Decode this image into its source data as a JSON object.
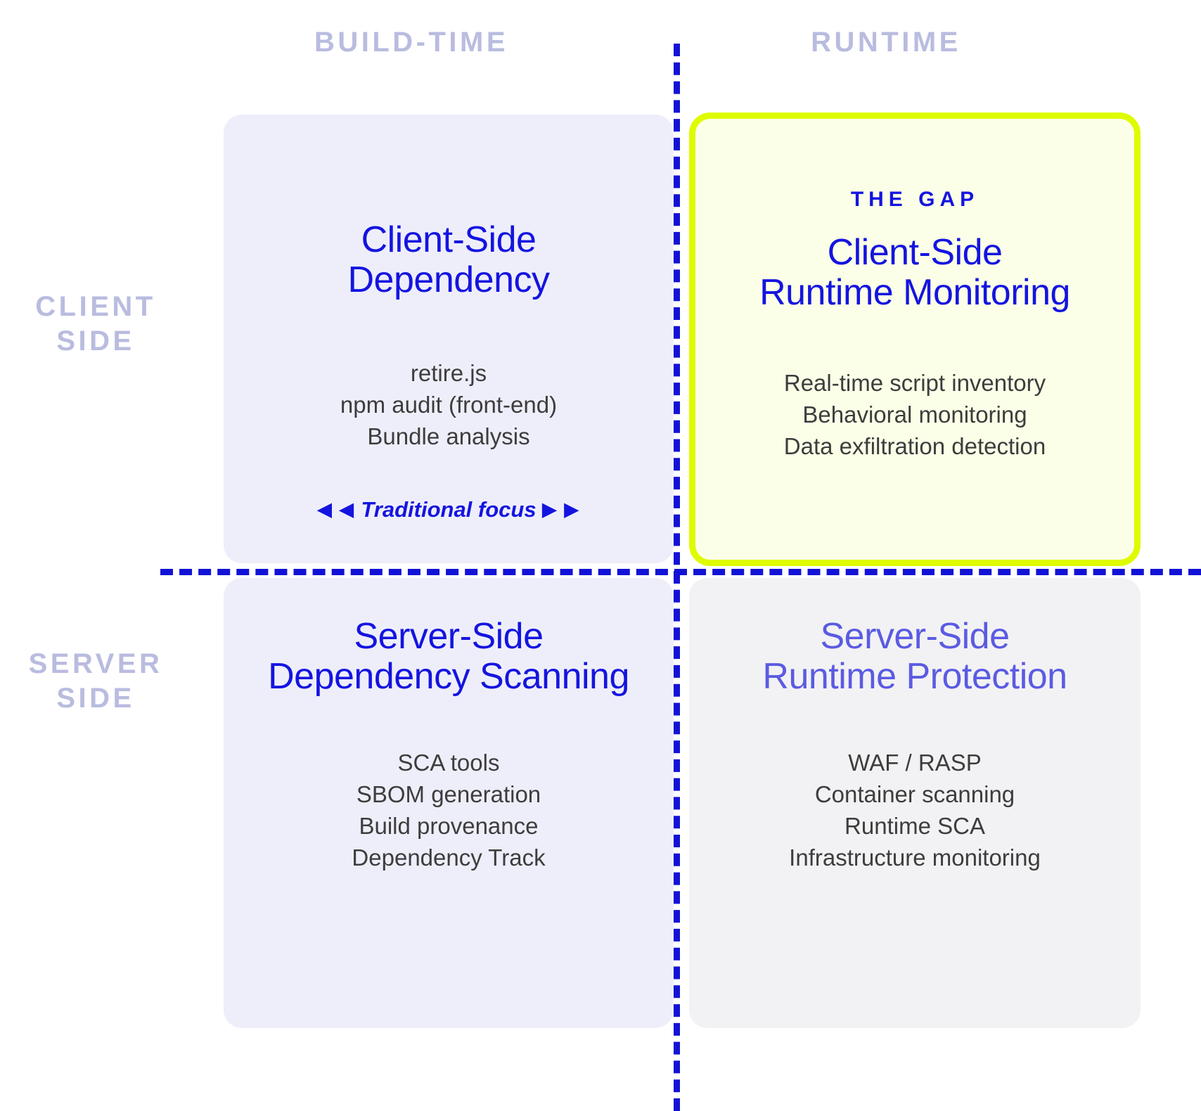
{
  "axes": {
    "columns": [
      {
        "key": "build_time",
        "label": "BUILD-TIME"
      },
      {
        "key": "runtime",
        "label": "RUNTIME"
      }
    ],
    "rows": [
      {
        "key": "client_side",
        "line1": "CLIENT",
        "line2": "SIDE"
      },
      {
        "key": "server_side",
        "line1": "SERVER",
        "line2": "SIDE"
      }
    ],
    "label_color": "#b9bcdf",
    "divider_color": "#1212d6",
    "divider_style": "dashed"
  },
  "quadrants": {
    "top_left": {
      "title_line1": "Client-Side",
      "title_line2": "Dependency",
      "title_color": "#1414e0",
      "background": "#eeeefb",
      "items": [
        "retire.js",
        "npm audit (front-end)",
        "Bundle analysis"
      ],
      "footnote": {
        "left_arrows": "◀ ◀",
        "text": "Traditional focus",
        "right_arrows": "▶ ▶"
      }
    },
    "top_right": {
      "eyebrow": "THE GAP",
      "title_line1": "Client-Side",
      "title_line2": "Runtime Monitoring",
      "title_color": "#1414e0",
      "background": "#fcffe7",
      "border_color": "#dffb00",
      "highlighted": "true",
      "items": [
        "Real-time script inventory",
        "Behavioral monitoring",
        "Data exfiltration detection"
      ]
    },
    "bottom_left": {
      "title_line1": "Server-Side",
      "title_line2": "Dependency Scanning",
      "title_color": "#1414e0",
      "background": "#eeeefb",
      "items": [
        "SCA tools",
        "SBOM generation",
        "Build provenance",
        "Dependency Track"
      ]
    },
    "bottom_right": {
      "title_line1": "Server-Side",
      "title_line2": "Runtime Protection",
      "title_color": "#5b5be2",
      "background": "#f2f2f4",
      "items": [
        "WAF / RASP",
        "Container scanning",
        "Runtime SCA",
        "Infrastructure monitoring"
      ]
    }
  }
}
